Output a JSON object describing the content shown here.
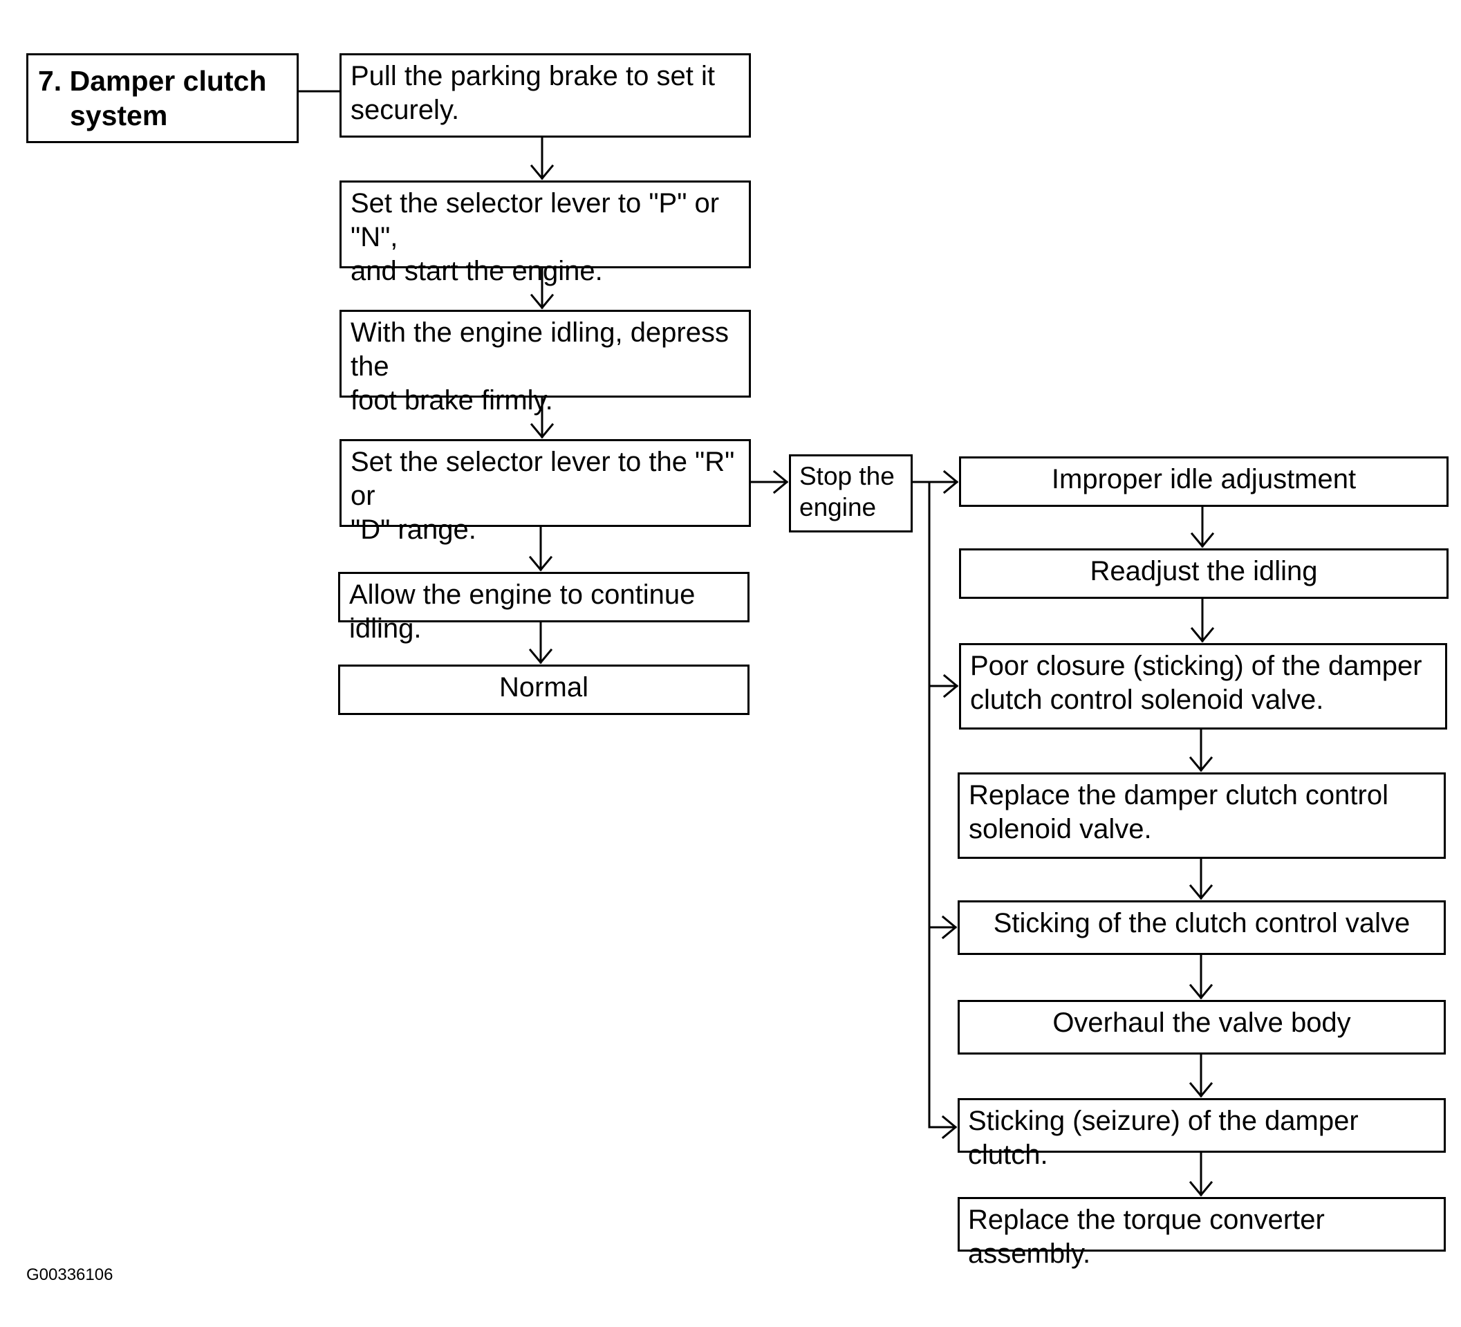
{
  "title": [
    "7. Damper clutch",
    "system"
  ],
  "steps": {
    "s1": [
      "Pull the parking brake to set it",
      "securely."
    ],
    "s2": [
      "Set the selector lever to \"P\" or \"N\",",
      "and start the engine."
    ],
    "s3": [
      "With the engine idling, depress the",
      "foot brake firmly."
    ],
    "s4": [
      "Set the selector lever to the \"R\" or",
      "\"D\" range."
    ],
    "s5": "Allow the engine to continue idling.",
    "s6": "Normal",
    "stop": [
      "Stop the",
      "engine"
    ]
  },
  "diagnosis": {
    "d1": "Improper idle adjustment",
    "d2": "Readjust the idling",
    "d3": [
      "Poor closure (sticking) of the damper",
      "clutch control solenoid valve."
    ],
    "d4": [
      "Replace the damper clutch control",
      "solenoid valve."
    ],
    "d5": "Sticking of the clutch control valve",
    "d6": "Overhaul the valve body",
    "d7": "Sticking (seizure) of the damper clutch.",
    "d8": "Replace the torque converter assembly."
  },
  "caption": "G00336106"
}
